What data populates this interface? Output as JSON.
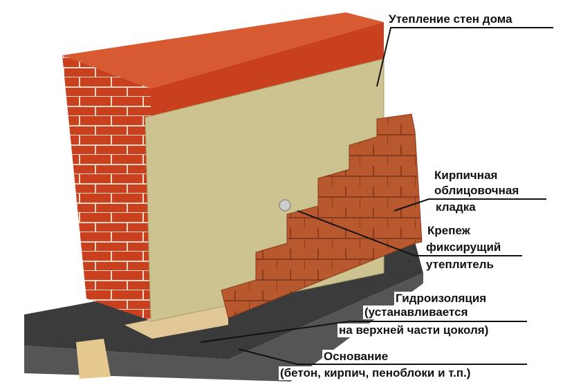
{
  "labels": {
    "wall_insulation": "Утепление стен дома",
    "facing_line1": "Кирпичная",
    "facing_line2": "облицовочная",
    "facing_line3": "кладка",
    "fastener_line1": "Крепеж",
    "fastener_line2": "фиксирущий",
    "fastener_line3": "утеплитель",
    "waterproof_line1": "Гидроизоляция",
    "waterproof_line2": "(устанавливается",
    "waterproof_line3": "на верхней части цоколя)",
    "base_line1": "Основание",
    "base_line2": "(бетон, кирпич, пеноблоки и т.п.)"
  },
  "colors": {
    "brick": "#c8401e",
    "insulation": "#cdc390",
    "base": "#3b3b3b",
    "facing": "#b8582e"
  }
}
